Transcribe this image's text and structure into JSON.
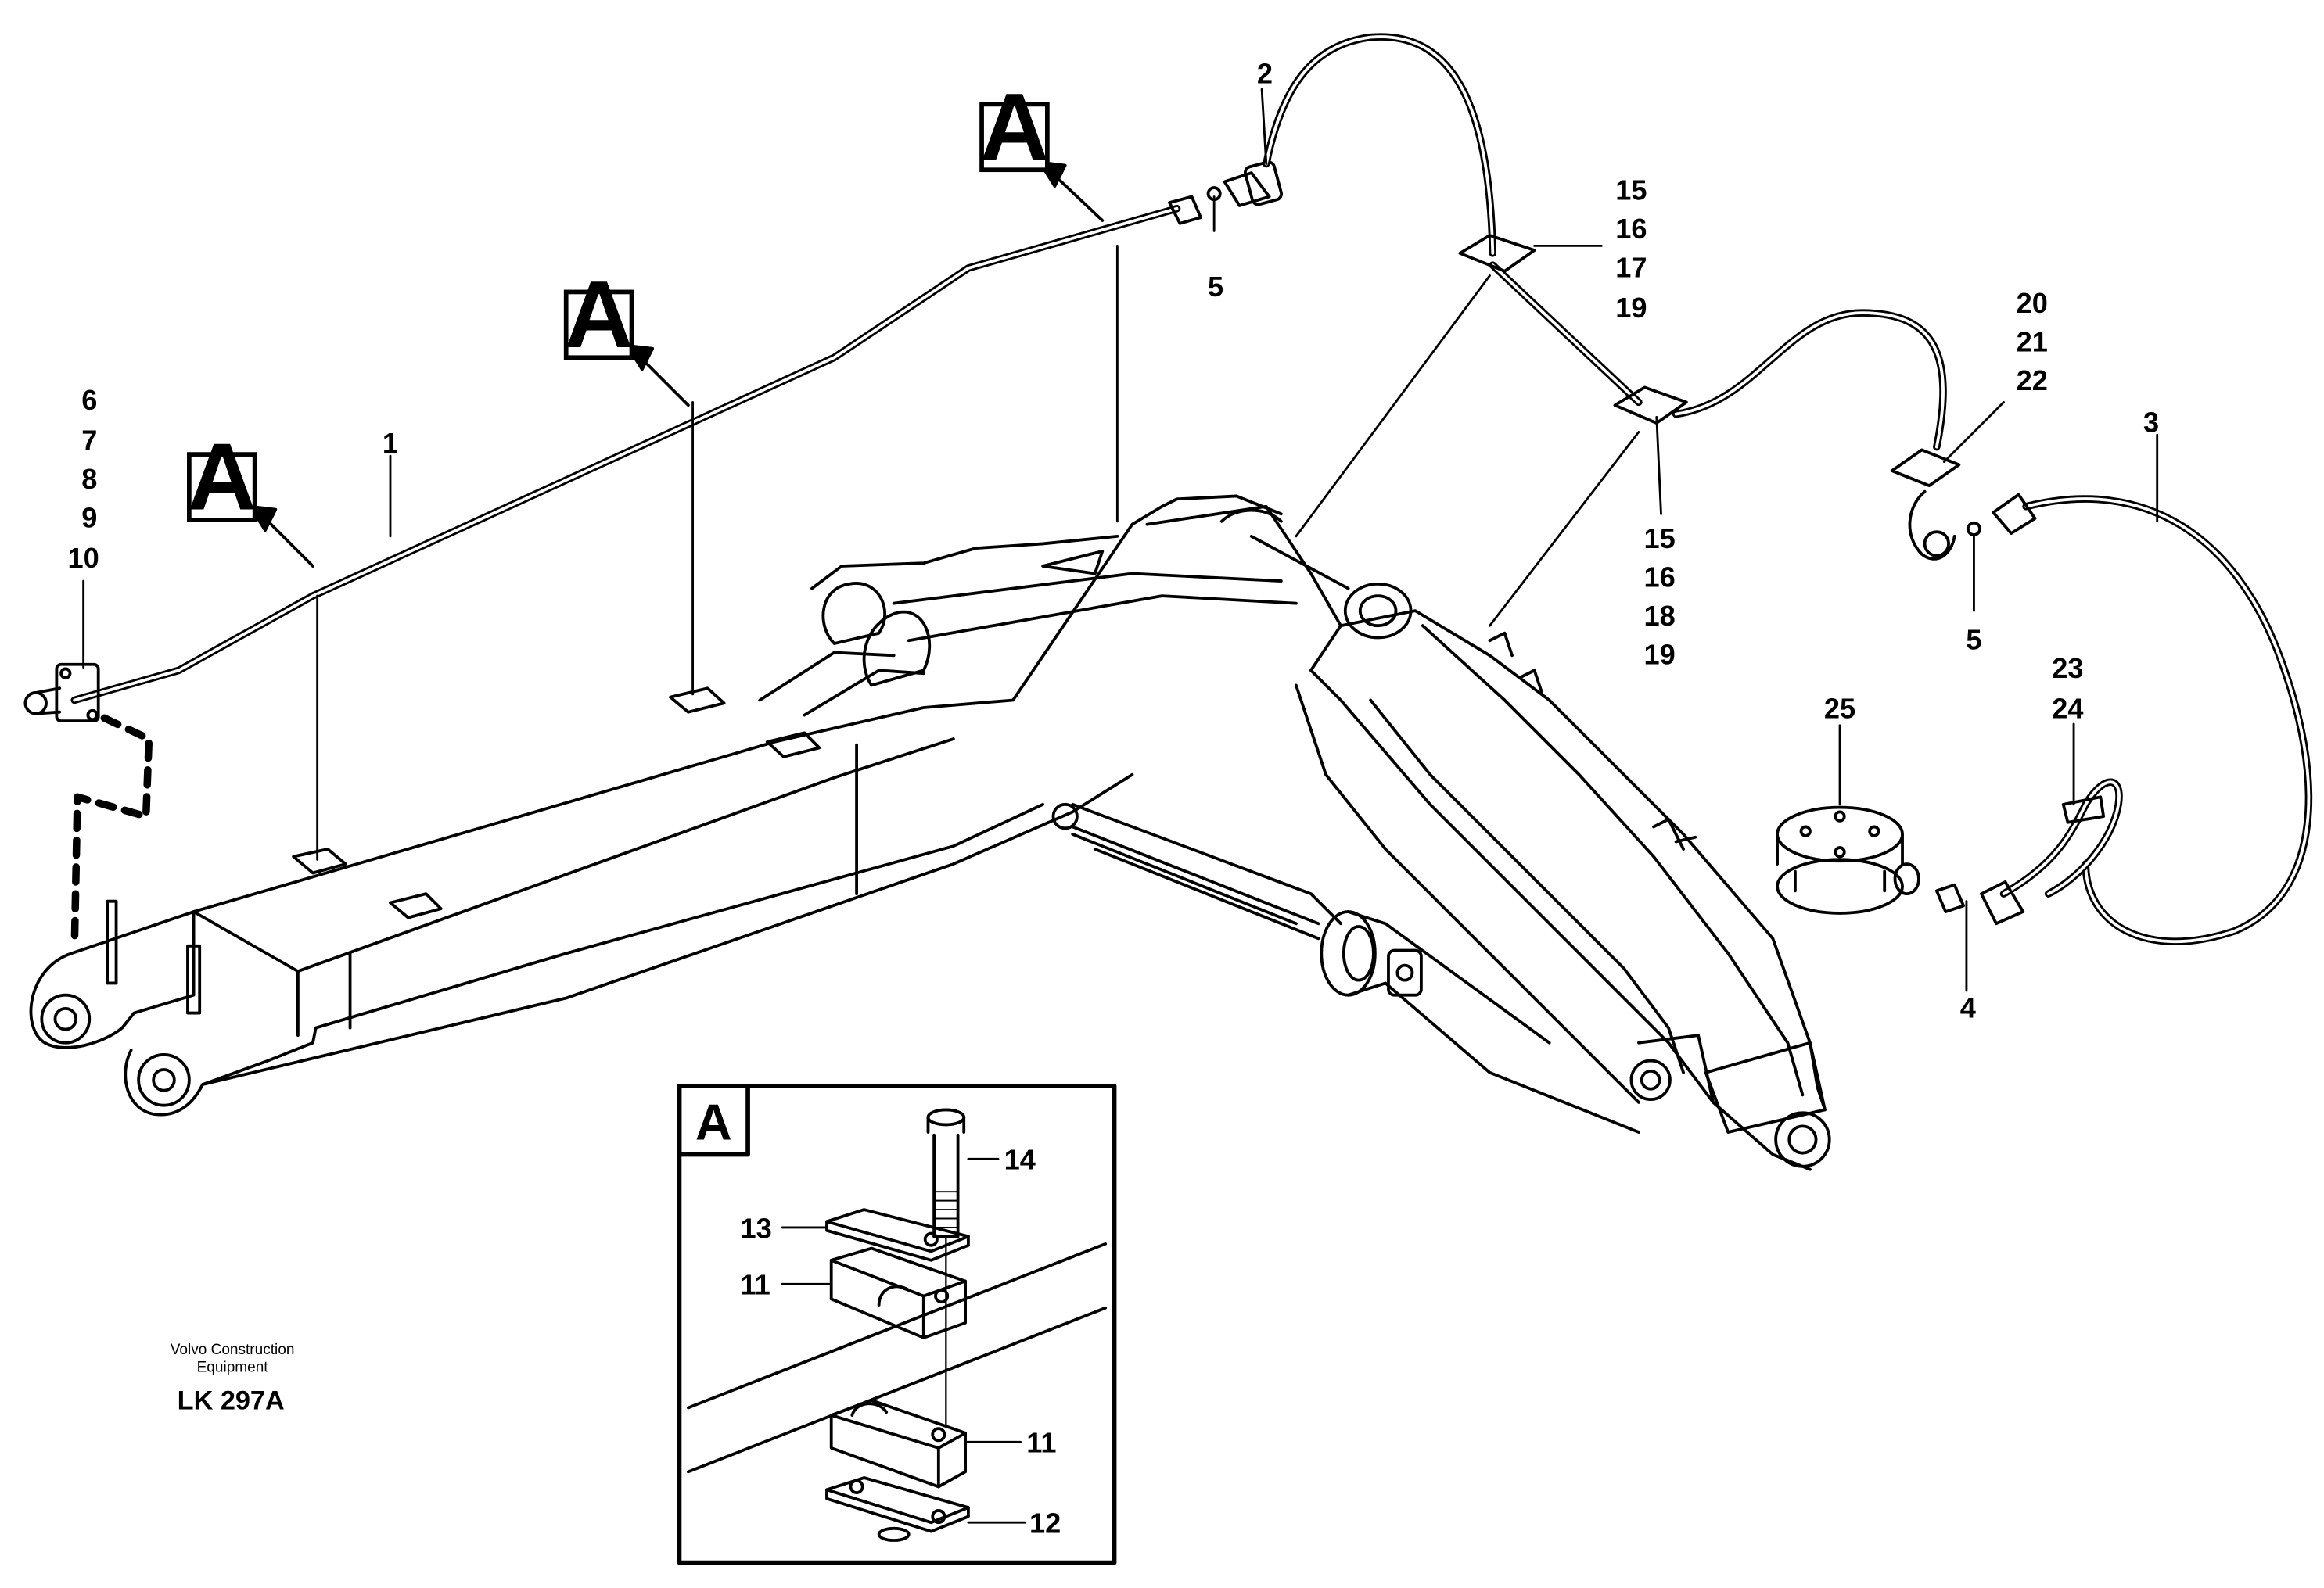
{
  "callouts": {
    "c1": "1",
    "c2": "2",
    "c3": "3",
    "c4": "4",
    "c5a": "5",
    "c5b": "5",
    "c6_10": [
      "6",
      "7",
      "8",
      "9",
      "10"
    ],
    "c15_19a": [
      "15",
      "16",
      "17",
      "19"
    ],
    "c15_19b": [
      "15",
      "16",
      "18",
      "19"
    ],
    "c20_22": [
      "20",
      "21",
      "22"
    ],
    "c23_24": [
      "23",
      "24"
    ],
    "c25": "25"
  },
  "section_markers": [
    "A",
    "A",
    "A"
  ],
  "detail": {
    "title": "A",
    "labels": {
      "c11a": "11",
      "c11b": "11",
      "c12": "12",
      "c13": "13",
      "c14": "14"
    }
  },
  "footer": {
    "brand_line1": "Volvo Construction",
    "brand_line2": "Equipment",
    "code": "LK 297A"
  }
}
